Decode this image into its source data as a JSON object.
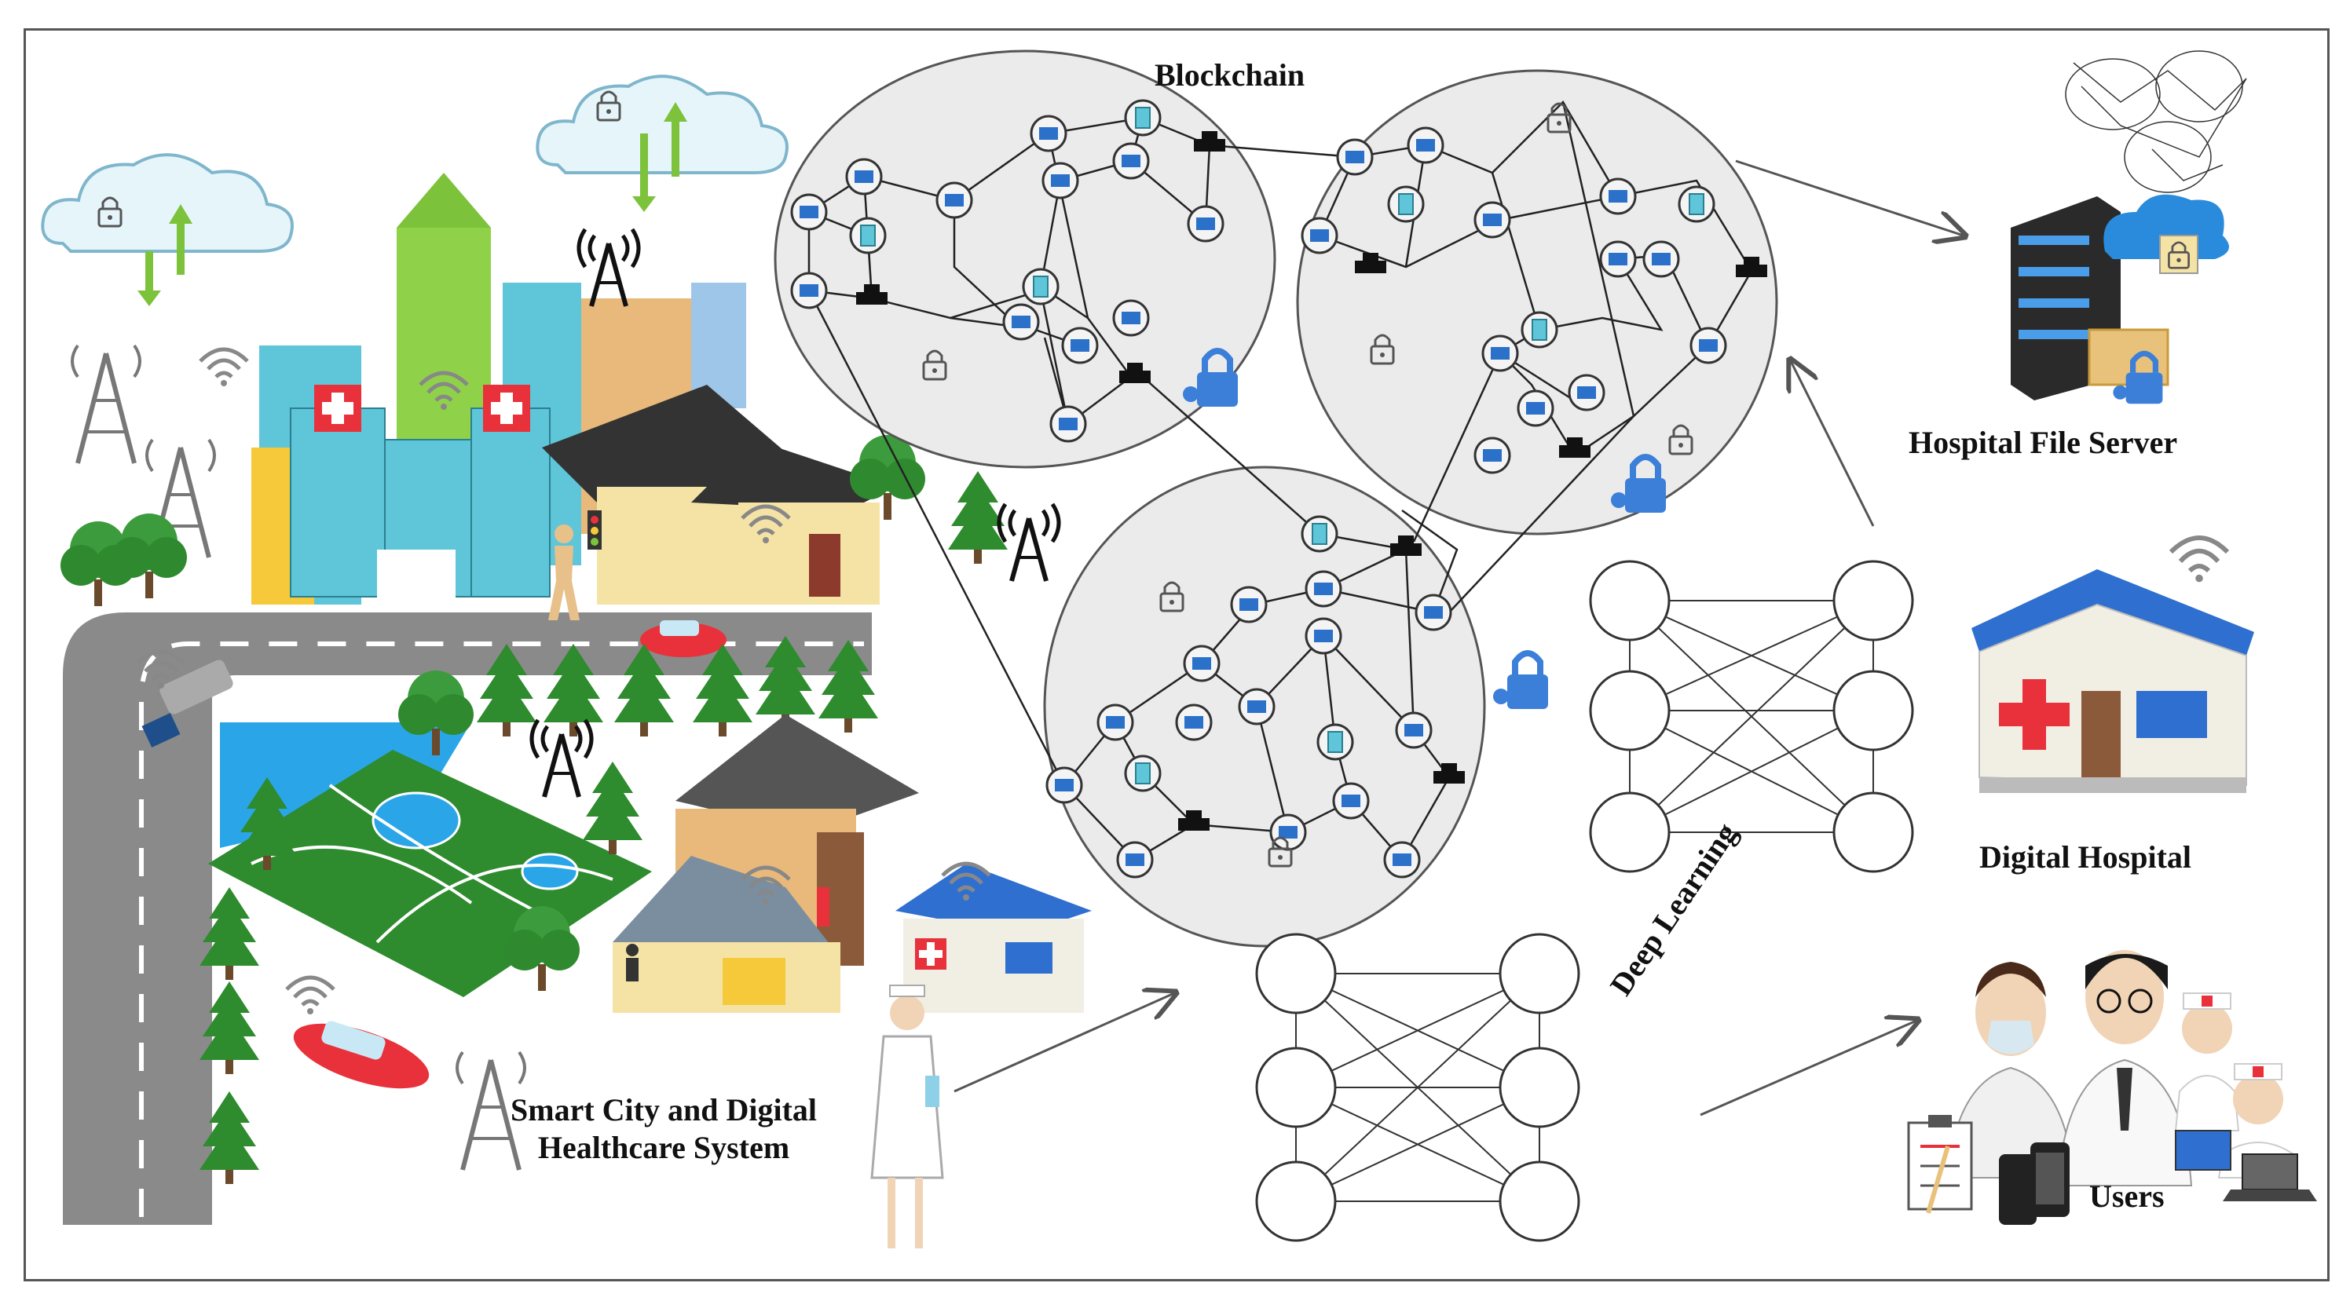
{
  "labels": {
    "blockchain": "Blockchain",
    "hospital_file_server": "Hospital File Server",
    "digital_hospital": "Digital Hospital",
    "users": "Users",
    "smart_city_line1": "Smart City and Digital",
    "smart_city_line2": "Healthcare System",
    "deep_learning": "Deep Learning"
  },
  "colors": {
    "ellipse_fill": "#ebebeb",
    "road": "#8a8a8a",
    "grass": "#2e8b2e",
    "water": "#2aa6e8",
    "building_teal": "#5ec6d8",
    "hospital_roof": "#2f6fd0",
    "red_cross": "#e8313b",
    "lock_blue": "#3b7fd9"
  },
  "icons": [
    "cloud-lock-icon",
    "wifi-icon",
    "tower-icon",
    "lock-icon",
    "server-icon",
    "hospital-icon",
    "doctor-icon",
    "nurse-icon",
    "car-icon",
    "truck-icon",
    "tree-icon",
    "traffic-light-icon",
    "smartphone-icon",
    "laptop-icon",
    "clipboard-icon"
  ]
}
